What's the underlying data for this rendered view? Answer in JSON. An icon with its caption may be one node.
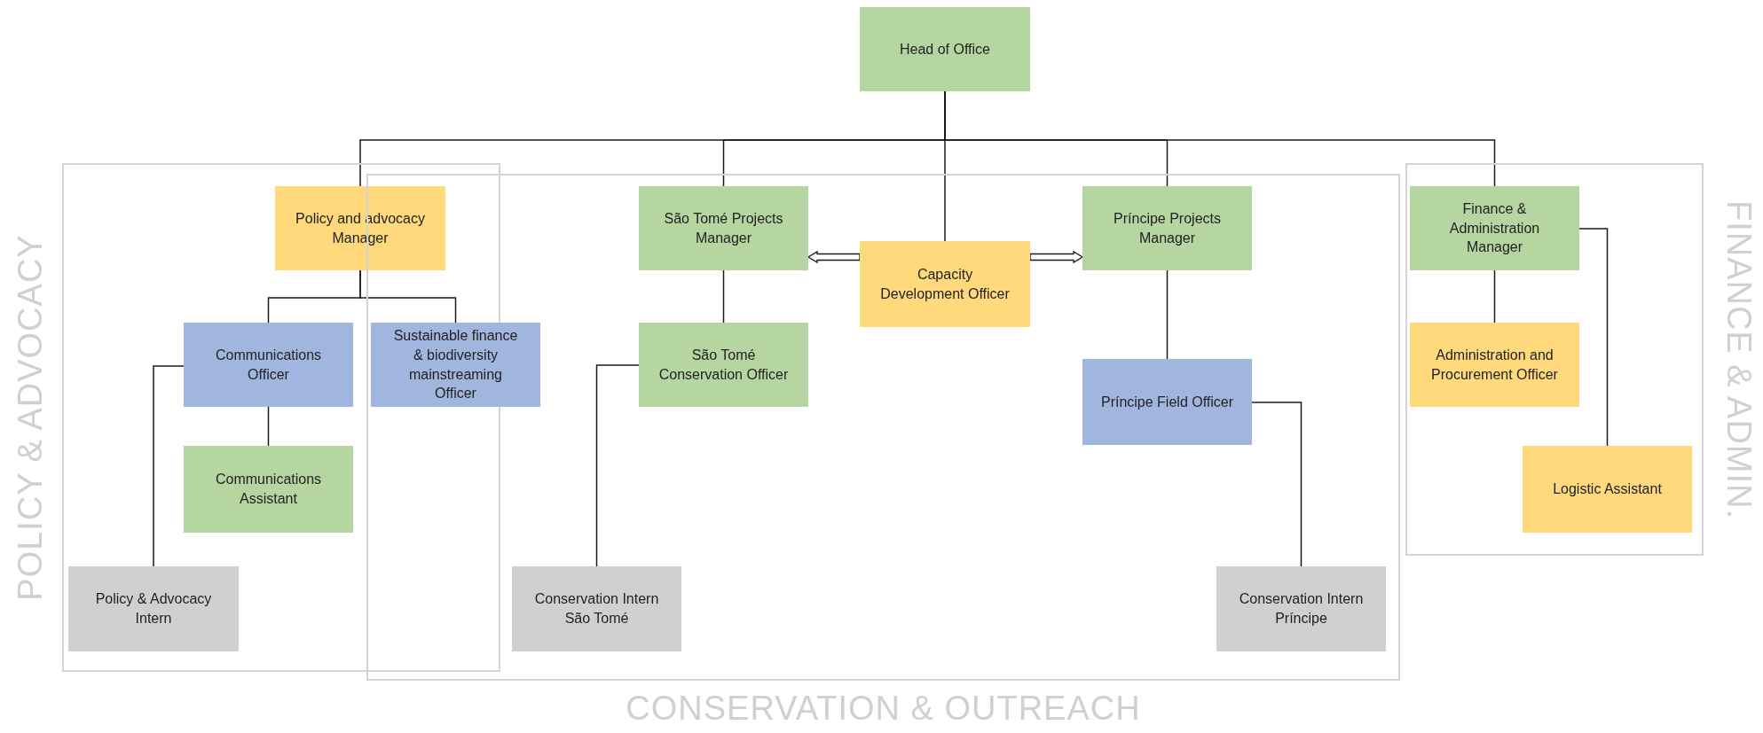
{
  "diagram": {
    "nodes": [
      {
        "text": [
          "Head of Office"
        ]
      },
      {
        "text": [
          "POLICY & ADVOCACY"
        ]
      },
      {
        "text": [
          "Policy and advocacy Manager"
        ],
        "in": 1
      },
      {
        "text": [
          "CONSERVATION & OUTREACH"
        ]
      },
      {
        "text": [
          "São Tomé Projects Manager"
        ],
        "in": 3
      },
      {
        "text": [
          "Capacity Development Officer"
        ],
        "in": 3
      },
      {
        "text": [
          "Príncipe Projects Manager"
        ],
        "in": 3
      },
      {
        "text": [
          "FINANCE & ADMIN."
        ]
      },
      {
        "text": [
          "Finance & Administration Manager"
        ],
        "in": 7
      },
      {
        "text": [
          "Communications Officer"
        ],
        "in": 1
      },
      {
        "text": [
          "Sustainable finance & biodiversity mainstreaming Officer"
        ],
        "in": 3
      },
      {
        "text": [
          "São Tomé Conservation Officer"
        ],
        "in": 3
      },
      {
        "text": [
          "Príncipe Field Officer"
        ],
        "in": 3
      },
      {
        "text": [
          "Administration and Procurement Officer"
        ],
        "in": 7
      },
      {
        "text": [
          "Communications Assistant"
        ],
        "in": 1
      },
      {
        "text": [
          "Logistic Assistant"
        ],
        "in": 7
      },
      {
        "text": [
          "Policy & Advocacy Intern"
        ],
        "in": 1
      },
      {
        "text": [
          "Conservation Intern São Tomé"
        ],
        "in": 3
      },
      {
        "text": [
          "Conservation Intern Príncipe"
        ],
        "in": 3
      }
    ],
    "edges": [
      {
        "from": 0,
        "to": 2,
        "arrow": "none"
      },
      {
        "from": 0,
        "to": 4,
        "arrow": "none"
      },
      {
        "from": 0,
        "to": 5,
        "arrow": "none"
      },
      {
        "from": 0,
        "to": 6,
        "arrow": "none"
      },
      {
        "from": 0,
        "to": 8,
        "arrow": "none"
      },
      {
        "from": 5,
        "to": 4,
        "arrow": "to",
        "style": "thick"
      },
      {
        "from": 5,
        "to": 6,
        "arrow": "to",
        "style": "thick"
      },
      {
        "from": 2,
        "to": 9,
        "arrow": "none"
      },
      {
        "from": 2,
        "to": 10,
        "arrow": "none"
      },
      {
        "from": 9,
        "to": 14,
        "arrow": "none"
      },
      {
        "from": 9,
        "to": 16,
        "arrow": "none"
      },
      {
        "from": 4,
        "to": 11,
        "arrow": "none"
      },
      {
        "from": 11,
        "to": 17,
        "arrow": "none"
      },
      {
        "from": 6,
        "to": 12,
        "arrow": "none"
      },
      {
        "from": 12,
        "to": 18,
        "arrow": "none"
      },
      {
        "from": 8,
        "to": 13,
        "arrow": "none"
      },
      {
        "from": 8,
        "to": 15,
        "arrow": "none"
      }
    ]
  }
}
